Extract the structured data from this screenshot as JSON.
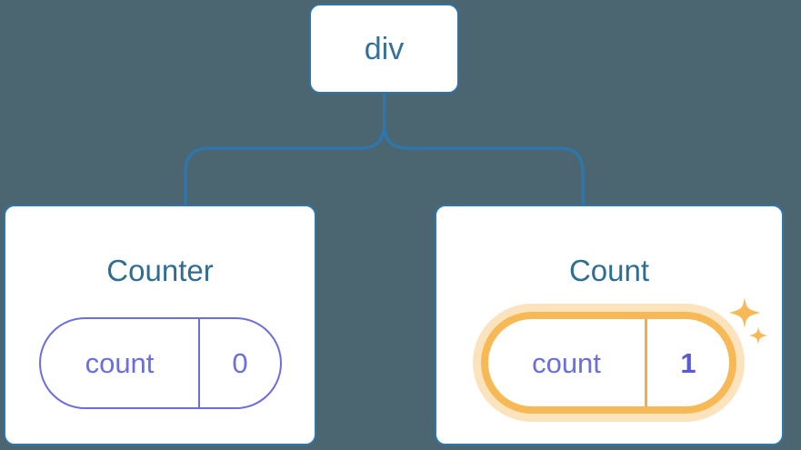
{
  "diagram": {
    "type": "component-tree",
    "tree": {
      "root": {
        "label": "div"
      },
      "children": [
        {
          "title": "Counter",
          "state": {
            "key": "count",
            "value": "0"
          },
          "highlighted": false
        },
        {
          "title": "Count",
          "state": {
            "key": "count",
            "value": "1"
          },
          "highlighted": true,
          "badge": "sparkles"
        }
      ]
    }
  },
  "colors": {
    "background": "#4c6671",
    "connector_blue": "#2e77ad",
    "node_border_blue": "#3173a3",
    "node_text_blue": "#35719b",
    "card_title_blue": "#2f6e93",
    "card_bg": "#ffffff",
    "state_purple": "#6b6ede",
    "state_value_purple_bold": "#5a5ad1",
    "highlight_orange": "#f7b955",
    "highlight_glow": "#fbe3bd",
    "highlight_divider": "#f2ab4e"
  }
}
